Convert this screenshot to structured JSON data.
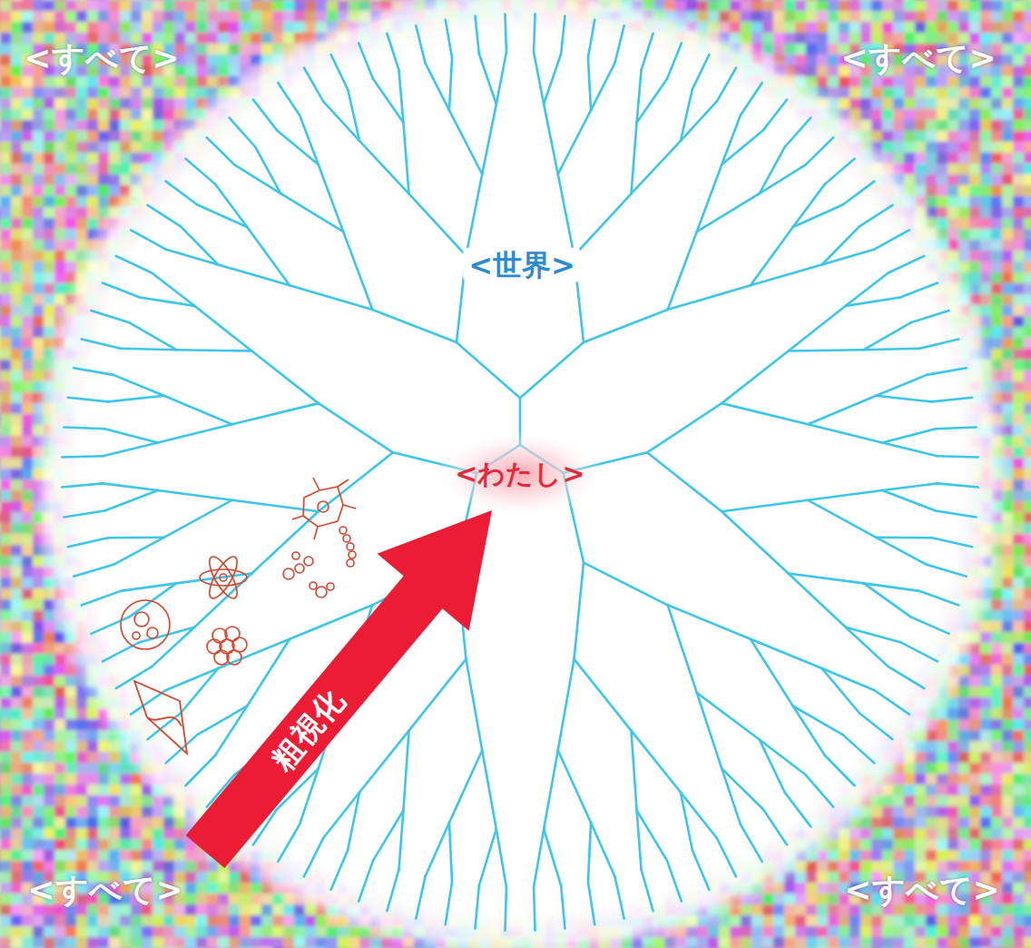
{
  "diagram": {
    "labels": [
      "<すべて>",
      "<すべて>",
      "<世界>",
      "<わたし>",
      "粗視化",
      "<すべて>",
      "<すべて>"
    ]
  }
}
